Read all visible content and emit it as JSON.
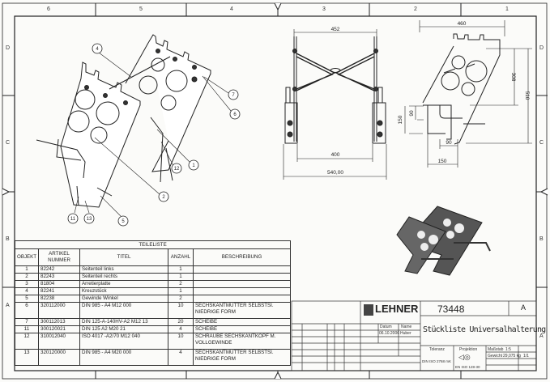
{
  "frame": {
    "zones_top": [
      "6",
      "5",
      "4",
      "3",
      "2",
      "1"
    ],
    "zones_side": [
      "D",
      "C",
      "B",
      "A"
    ]
  },
  "iso_view": {
    "balloons": [
      "4",
      "7",
      "6",
      "1",
      "12",
      "2",
      "5",
      "11",
      "13"
    ]
  },
  "front_view": {
    "dims": [
      "452",
      "400",
      "540,00"
    ]
  },
  "side_view": {
    "dims": [
      "460",
      "308",
      "510",
      "150",
      "90",
      "90",
      "150"
    ]
  },
  "parts_list": {
    "title": "TEILELISTE",
    "headers": [
      "OBJEKT",
      "ARTIKEL NUMMER",
      "TITEL",
      "ANZAHL",
      "BESCHREIBUNG"
    ],
    "rows": [
      {
        "obj": "1",
        "art": "82242",
        "titel": "Seitenteil links",
        "anz": "1",
        "beschr": ""
      },
      {
        "obj": "2",
        "art": "82243",
        "titel": "Seitenteil rechts",
        "anz": "1",
        "beschr": ""
      },
      {
        "obj": "3",
        "art": "81804",
        "titel": "Arretierplatte",
        "anz": "2",
        "beschr": ""
      },
      {
        "obj": "4",
        "art": "82241",
        "titel": "Kreuzstück",
        "anz": "1",
        "beschr": ""
      },
      {
        "obj": "5",
        "art": "82238",
        "titel": "Gewinde Winkel",
        "anz": "2",
        "beschr": ""
      },
      {
        "obj": "6",
        "art": "320112000",
        "titel": "DIN 985 - A4 M12 000",
        "anz": "10",
        "beschr": "SECHSKANTMUTTER SELBSTSI. NIEDRIGE FORM"
      },
      {
        "obj": "7",
        "art": "300112013",
        "titel": "DIN 125-A-140HV-A2  M12  13",
        "anz": "20",
        "beschr": "SCHEIBE"
      },
      {
        "obj": "11",
        "art": "300120021",
        "titel": "DIN 125 A2  M20  21",
        "anz": "4",
        "beschr": "SCHEIBE"
      },
      {
        "obj": "12",
        "art": "310012040",
        "titel": "ISO 4017 -A2/70 M12 040",
        "anz": "10",
        "beschr": "SCHRAUBE SECHSKANTKOPF M. VOLLGEWINDE"
      },
      {
        "obj": "13",
        "art": "320120000",
        "titel": "DIN 985 - A4 M20 000",
        "anz": "4",
        "beschr": "SECHSKANTMUTTER SELBSTSI. NIEDRIGE FORM"
      }
    ]
  },
  "title_block": {
    "company": "LEHNER",
    "drawing_number": "73448",
    "revision": "A",
    "title": "Stückliste Universalhalterung",
    "date_label": "Datum",
    "name_label": "Name",
    "date": "06.10.2006",
    "name": "Huber",
    "tolerance_label": "Toleranz",
    "tolerance": "DIN ISO 2768 mK",
    "projection_label": "Projektion",
    "projection_std": "EN ISO 128-30",
    "scale_label": "Maßstab",
    "scale": "1:5",
    "weight_label": "Gewicht",
    "weight": "29,075 kg",
    "sheet": "1/1"
  }
}
